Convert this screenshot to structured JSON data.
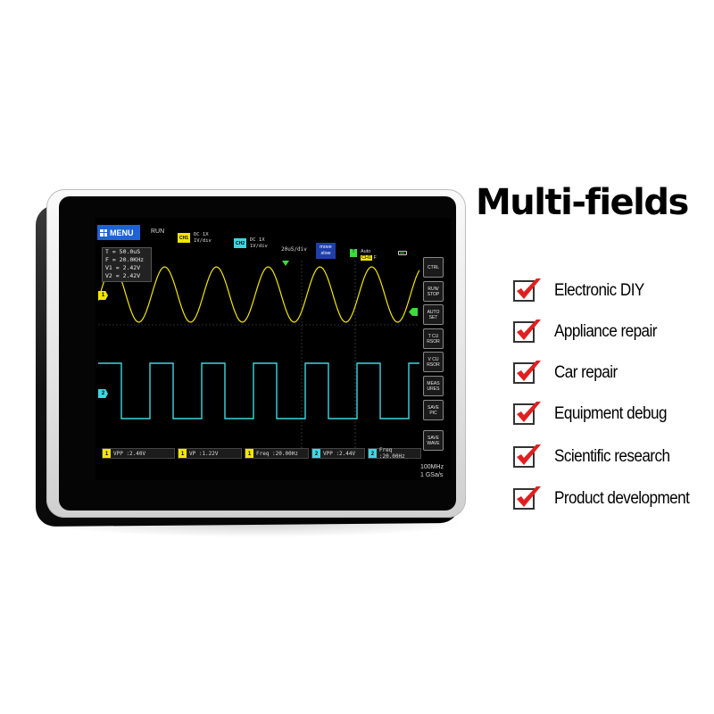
{
  "headline": "Multi-fields",
  "features": [
    {
      "label": "Electronic DIY"
    },
    {
      "label": "Appliance repair"
    },
    {
      "label": "Car repair"
    },
    {
      "label": "Equipment debug"
    },
    {
      "label": "Scientific research"
    },
    {
      "label": "Product development"
    }
  ],
  "check_color": "#e02020",
  "screen": {
    "menu_label": "MENU",
    "run_state": "RUN",
    "ch1": {
      "badge": "CH1",
      "coupling": "DC  1X",
      "scale": "1V/div",
      "color": "#f2e600"
    },
    "ch2": {
      "badge": "CH2",
      "coupling": "DC  1X",
      "scale": "1V/div",
      "color": "#3fd6e0"
    },
    "timebase": "20uS/div",
    "move_box": [
      "move",
      "slow"
    ],
    "trigger": {
      "badge": "T",
      "mode": "Auto",
      "source": "CH1",
      "edge": "F"
    },
    "readout": {
      "t": "T = 50.0uS",
      "f": "F = 20.0KHz",
      "v1": "V1 = 2.42V",
      "v2": "V2 = 2.42V"
    },
    "side_buttons": [
      {
        "label": "CTRL"
      },
      {
        "label": "RUN/\nSTOP"
      },
      {
        "label": "AUTO\nSET"
      },
      {
        "label": "T CU\nRSOR"
      },
      {
        "label": "V CU\nRSOR"
      },
      {
        "label": "MEAS\nURES"
      },
      {
        "label": "SAVE\nPIC"
      },
      {
        "label": "SAVE\nWAVE"
      }
    ],
    "measurements": [
      {
        "ch": "1",
        "text": "VPP :2.40V"
      },
      {
        "ch": "1",
        "text": "VP  :1.22V"
      },
      {
        "ch": "1",
        "text": "Freq :20.00Hz"
      },
      {
        "ch": "2",
        "text": "VPP :2.44V"
      },
      {
        "ch": "2",
        "text": "Freq :20.00Hz"
      }
    ],
    "bandwidth": "100MHz",
    "sample_rate": "1  GSa/s",
    "ch1_marker": "1",
    "ch2_marker": "2"
  }
}
